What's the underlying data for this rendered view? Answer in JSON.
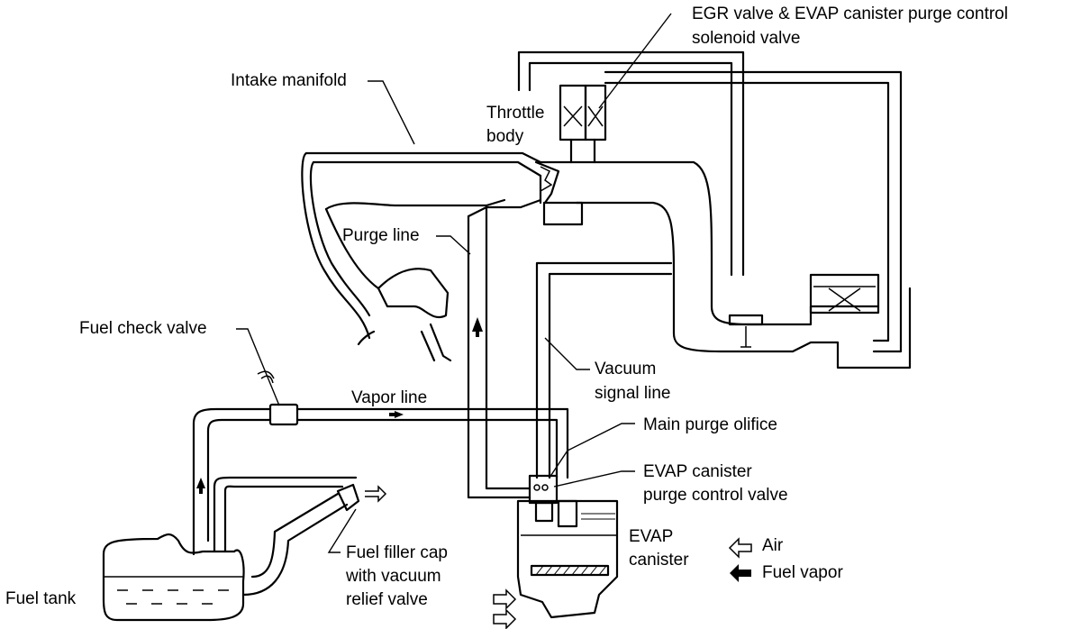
{
  "labels": {
    "egr_valve_line1": "EGR valve & EVAP canister purge control",
    "egr_valve_line2": "solenoid valve",
    "intake_manifold": "Intake manifold",
    "throttle_body_line1": "Throttle",
    "throttle_body_line2": "body",
    "purge_line": "Purge line",
    "fuel_check_valve": "Fuel check valve",
    "vapor_line": "Vapor line",
    "vacuum_signal_line1": "Vacuum",
    "vacuum_signal_line2": "signal line",
    "main_purge_orifice": "Main purge olifice",
    "evap_purge_valve_line1": "EVAP canister",
    "evap_purge_valve_line2": "purge control valve",
    "evap_canister_line1": "EVAP",
    "evap_canister_line2": "canister",
    "fuel_filler_cap_line1": "Fuel filler cap",
    "fuel_filler_cap_line2": "with vacuum",
    "fuel_filler_cap_line3": "relief valve",
    "fuel_tank": "Fuel tank"
  },
  "legend": {
    "air": "Air",
    "fuel_vapor": "Fuel vapor"
  },
  "icons": {
    "air_arrow": "hollow-arrow-icon",
    "vapor_arrow": "solid-arrow-icon"
  }
}
